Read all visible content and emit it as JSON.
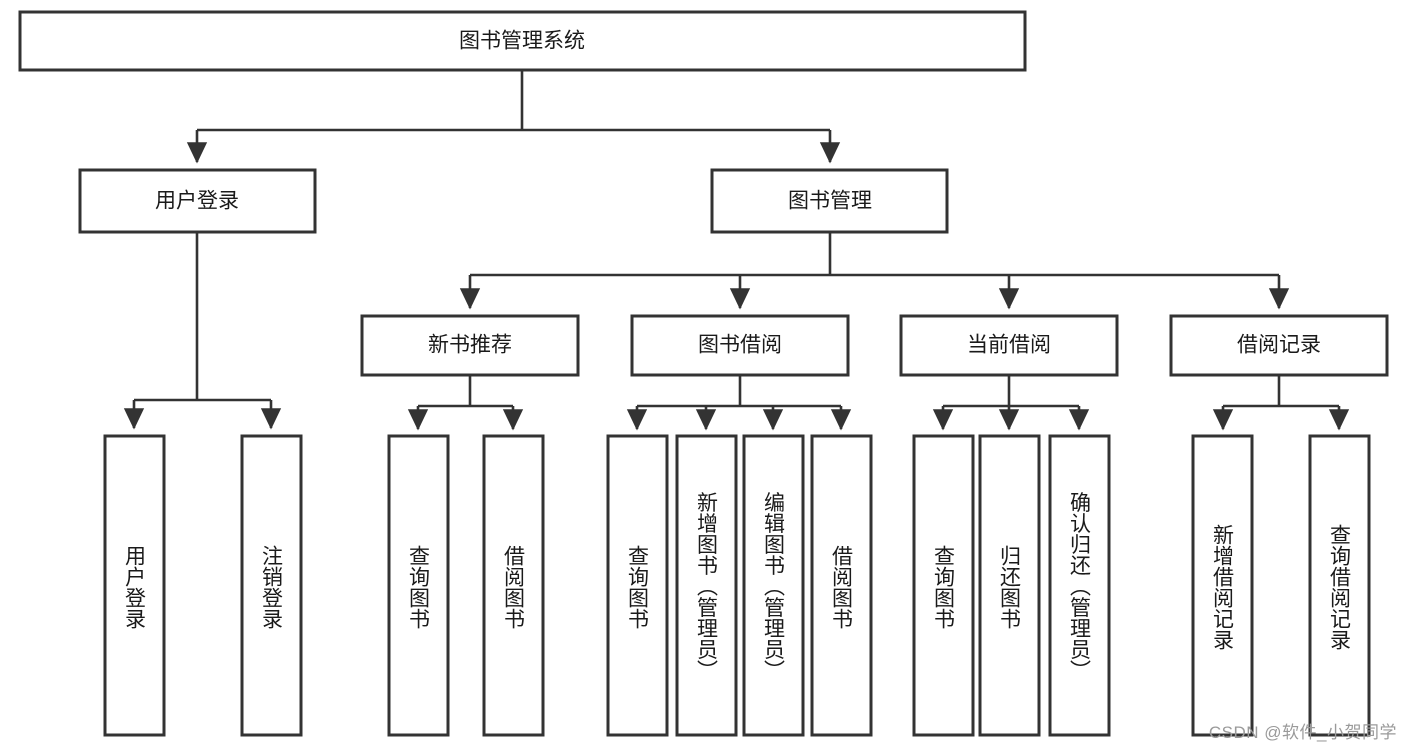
{
  "diagram": {
    "type": "tree",
    "title": "图书管理系统",
    "watermark": "CSDN @软件_小贺同学",
    "levels": {
      "root": {
        "label": "图书管理系统"
      },
      "level2": [
        {
          "id": "user-login",
          "label": "用户登录"
        },
        {
          "id": "book-management",
          "label": "图书管理"
        }
      ],
      "level3": [
        {
          "id": "new-book-recommend",
          "label": "新书推荐",
          "parent": "book-management"
        },
        {
          "id": "book-borrow",
          "label": "图书借阅",
          "parent": "book-management"
        },
        {
          "id": "current-borrow",
          "label": "当前借阅",
          "parent": "book-management"
        },
        {
          "id": "borrow-record",
          "label": "借阅记录",
          "parent": "book-management"
        }
      ],
      "leaves": [
        {
          "id": "leaf-user-login",
          "label": "用户登录",
          "parent": "user-login"
        },
        {
          "id": "leaf-logout",
          "label": "注销登录",
          "parent": "user-login"
        },
        {
          "id": "leaf-query-book-1",
          "label": "查询图书",
          "parent": "new-book-recommend"
        },
        {
          "id": "leaf-borrow-book-1",
          "label": "借阅图书",
          "parent": "new-book-recommend"
        },
        {
          "id": "leaf-query-book-2",
          "label": "查询图书",
          "parent": "book-borrow"
        },
        {
          "id": "leaf-add-book",
          "label": "新增图书（管理员）",
          "parent": "book-borrow"
        },
        {
          "id": "leaf-edit-book",
          "label": "编辑图书（管理员）",
          "parent": "book-borrow"
        },
        {
          "id": "leaf-borrow-book-2",
          "label": "借阅图书",
          "parent": "book-borrow"
        },
        {
          "id": "leaf-query-book-3",
          "label": "查询图书",
          "parent": "current-borrow"
        },
        {
          "id": "leaf-return-book",
          "label": "归还图书",
          "parent": "current-borrow"
        },
        {
          "id": "leaf-confirm-return",
          "label": "确认归还（管理员）",
          "parent": "current-borrow"
        },
        {
          "id": "leaf-add-record",
          "label": "新增借阅记录",
          "parent": "borrow-record"
        },
        {
          "id": "leaf-query-record",
          "label": "查询借阅记录",
          "parent": "borrow-record"
        }
      ]
    },
    "colors": {
      "box_stroke": "#333333",
      "box_fill": "#ffffff",
      "connector": "#333333",
      "text": "#1a1a1a",
      "watermark": "#9a9a9a",
      "background": "#ffffff"
    }
  }
}
